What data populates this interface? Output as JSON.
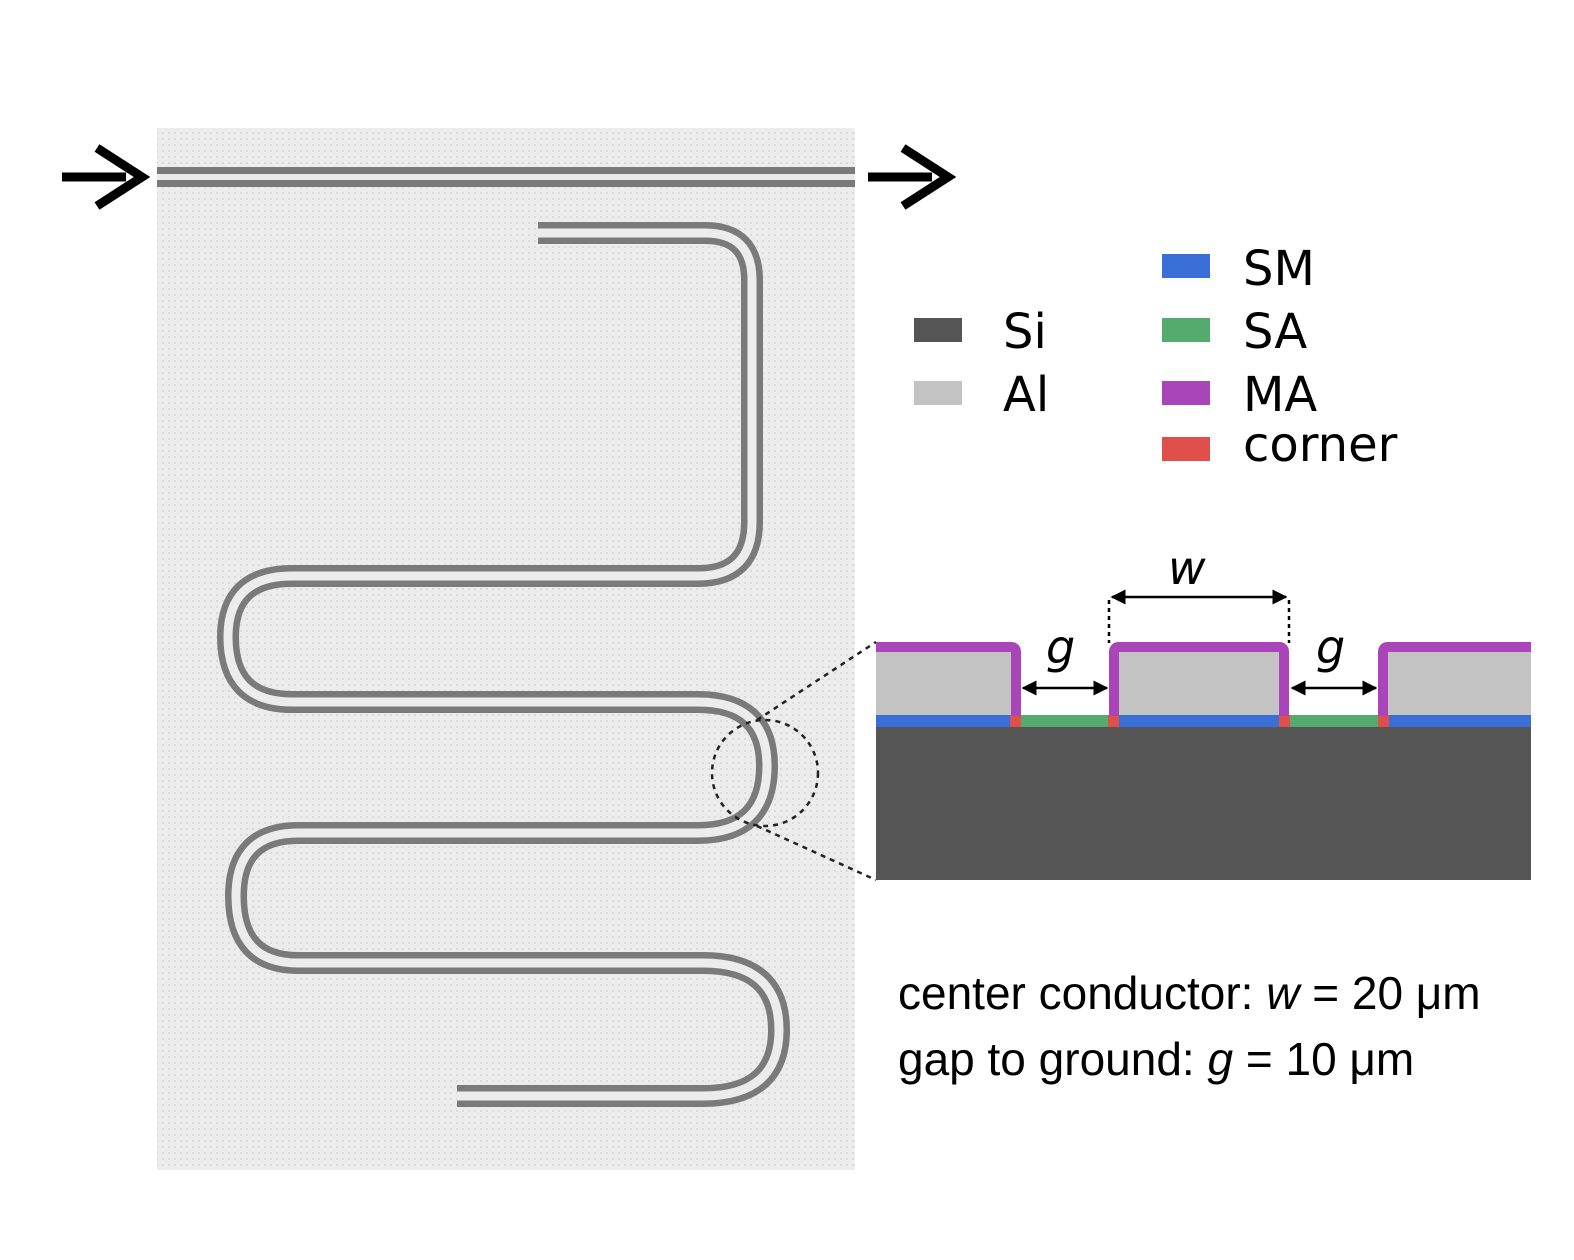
{
  "legend": {
    "left": [
      {
        "label": "Si",
        "color": "#555555"
      },
      {
        "label": "Al",
        "color": "#c3c3c3"
      }
    ],
    "right": [
      {
        "label": "SM",
        "color": "#3a6fd8"
      },
      {
        "label": "SA",
        "color": "#55aa6e"
      },
      {
        "label": "MA",
        "color": "#a945b9"
      },
      {
        "label": "corner",
        "color": "#e0504a"
      }
    ]
  },
  "cross_section": {
    "width_symbol": "w",
    "gap_symbol": "g"
  },
  "notes": {
    "center_conductor": {
      "prefix": "center conductor: ",
      "symbol": "w",
      "value": " = 20 μm"
    },
    "gap_to_ground": {
      "prefix": "gap to ground: ",
      "symbol": "g",
      "value": " = 10 μm"
    }
  },
  "colors": {
    "substrate": "#555555",
    "metal": "#c3c3c3",
    "trace_dark": "#7a7a7a",
    "chip_bg": "#ebebeb"
  }
}
